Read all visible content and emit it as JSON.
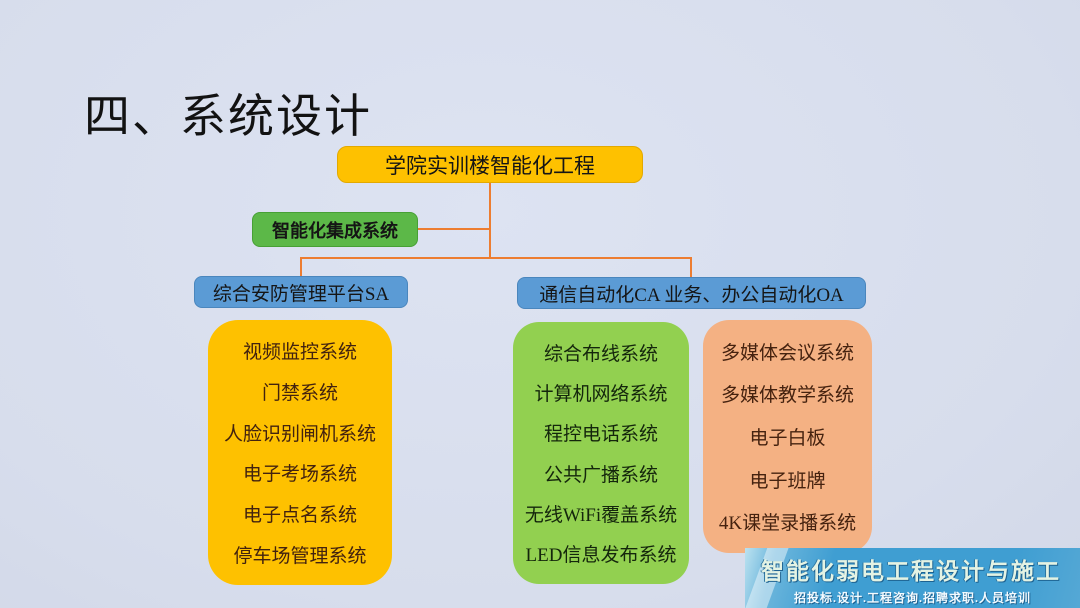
{
  "slide": {
    "title": "四、系统设计"
  },
  "tree": {
    "root": "学院实训楼智能化工程",
    "integration": "智能化集成系统",
    "left_branch": {
      "label": "综合安防管理平台SA",
      "items": [
        "视频监控系统",
        "门禁系统",
        "人脸识别闸机系统",
        "电子考场系统",
        "电子点名系统",
        "停车场管理系统"
      ]
    },
    "right_branch": {
      "label": "通信自动化CA 业务、办公自动化OA",
      "comm_items": [
        "综合布线系统",
        "计算机网络系统",
        "程控电话系统",
        "公共广播系统",
        "无线WiFi覆盖系统",
        "LED信息发布系统"
      ],
      "office_items": [
        "多媒体会议系统",
        "多媒体教学系统",
        "电子白板",
        "电子班牌",
        "4K课堂录播系统"
      ]
    }
  },
  "banner": {
    "title": "智能化弱电工程设计与施工",
    "subtitle": "招投标.设计.工程咨询.招聘求职.人员培训"
  },
  "colors": {
    "background": "#d9dfee",
    "root_box": "#fec100",
    "integration_box": "#5cb848",
    "branch_box": "#5b9bd5",
    "panel_yellow": "#fec100",
    "panel_green": "#92d050",
    "panel_orange": "#f4b183",
    "connector": "#ed7d31",
    "banner_blue": "#3f9ed2"
  }
}
